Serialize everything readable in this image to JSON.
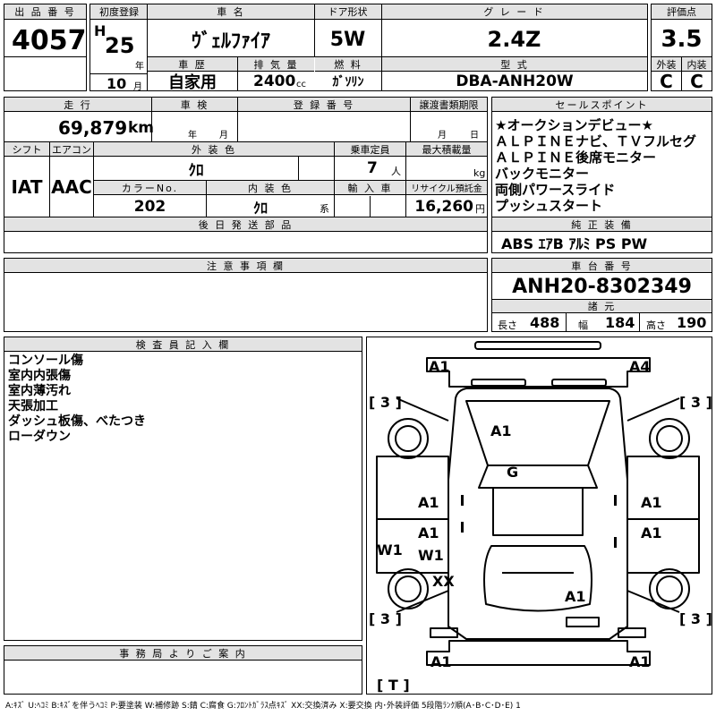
{
  "header_labels": {
    "lot_no": "出 品 番 号",
    "first_reg": "初度登録",
    "car_name": "車 名",
    "door": "ドア形状",
    "grade": "グ レ ー ド",
    "score": "評価点",
    "history": "車 歴",
    "displacement": "排 気 量",
    "fuel": "燃 料",
    "model": "型 式",
    "exterior": "外装",
    "interior": "内装"
  },
  "values": {
    "lot_no": "4057",
    "era": "H",
    "year": "25",
    "year_unit": "年",
    "month": "10",
    "month_unit": "月",
    "car_name": "ｳﾞｪﾙﾌｧｲｱ",
    "door": "5W",
    "grade": "2.4Z",
    "score": "3.5",
    "history": "自家用",
    "displacement": "2400",
    "displacement_unit": "cc",
    "fuel": "ｶﾞｿﾘﾝ",
    "model": "DBA-ANH20W",
    "exterior": "C",
    "interior": "C"
  },
  "row2_labels": {
    "mileage": "走 行",
    "inspection": "車 検",
    "registration": "登 録 番 号",
    "transfer": "譲渡書類期限",
    "sales_point": "セールスポイント",
    "shift": "シフト",
    "aircon": "エアコン",
    "exterior_color": "外 装 色",
    "capacity": "乗車定員",
    "max_load": "最大積載量",
    "color_no": "カラーNo.",
    "interior_color": "内 装 色",
    "import": "輸 入 車",
    "recycle": "リサイクル預託金",
    "later_parts": "後 日 発 送 部 品",
    "standard_equip": "純 正 装 備"
  },
  "row2_values": {
    "mileage": "69,879",
    "mileage_unit": "km",
    "inspection_year_unit": "年",
    "inspection_month_unit": "月",
    "transfer_month_unit": "月",
    "transfer_day_unit": "日",
    "shift": "IAT",
    "aircon": "AAC",
    "exterior_color": "ｸﾛ",
    "capacity": "7",
    "capacity_unit": "人",
    "max_load_unit": "kg",
    "color_no": "202",
    "interior_color": "ｸﾛ",
    "interior_color_unit": "系",
    "recycle": "16,260",
    "recycle_unit": "円",
    "standard_equip": "ABS ｴｱB ｱﾙﾐ PS PW"
  },
  "sales_points": [
    "★オークションデビュー★",
    "ＡＬＰＩＮＥナビ、ＴＶフルセグ",
    "ＡＬＰＩＮＥ後席モニター",
    "バックモニター",
    "両側パワースライド",
    "プッシュスタート"
  ],
  "notes_label": "注 意 事 項 欄",
  "chassis_label": "車 台 番 号",
  "chassis_no": "ANH20-8302349",
  "dims": {
    "label": "諸 元",
    "length_label": "長さ",
    "length": "488",
    "width_label": "幅",
    "width": "184",
    "height_label": "高さ",
    "height": "190"
  },
  "inspector_label": "検 査 員 記 入 欄",
  "inspector_notes": [
    "コンソール傷",
    "室内内張傷",
    "室内薄汚れ",
    "天張加工",
    "ダッシュ板傷、べたつき",
    "ローダウン"
  ],
  "office_label": "事 務 局 よ り ご 案 内",
  "diagram": {
    "tire_marks": [
      "[ 3 ]",
      "[ 3 ]",
      "[ 3 ]",
      "[ 3 ]"
    ],
    "spare_tire": "[ T ]",
    "marks": {
      "front_left": "A1",
      "front_right": "A4",
      "hood": "A1",
      "windshield": "G",
      "left_front_door": "A1",
      "right_front_door": "A1",
      "left_rear_door": "A1",
      "left_rear_door_w": "W1",
      "left_sill": "W1",
      "right_rear_door": "A1",
      "left_quarter": "XX",
      "roof_rear": "A1",
      "rear_left": "A1",
      "rear_right": "A1"
    }
  },
  "legend": "A:ｷｽﾞ U:ﾍｺﾐ B:ｷｽﾞを伴うﾍｺﾐ P:要塗装 W:補修跡 S:錆 C:腐食 G:ﾌﾛﾝﾄｶﾞﾗｽ点ｷｽﾞ XX:交換済み X:要交換 内･外装評価 5段階ﾗﾝｸ順(A･B･C･D･E) 1"
}
